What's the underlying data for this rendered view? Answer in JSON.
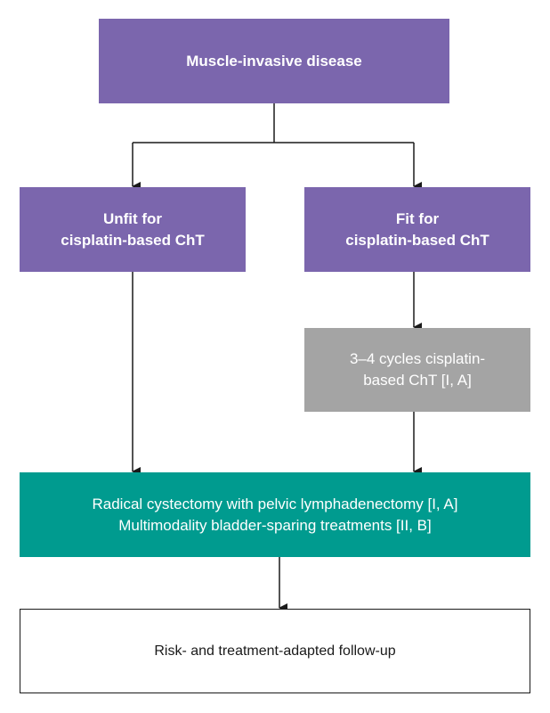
{
  "nodes": {
    "top": {
      "line1": "Muscle-invasive disease"
    },
    "unfit": {
      "line1": "Unfit for",
      "line2": "cisplatin-based ChT"
    },
    "fit": {
      "line1": "Fit for",
      "line2": "cisplatin-based ChT"
    },
    "cycles": {
      "line1": "3–4 cycles cisplatin-",
      "line2": "based ChT [I, A]"
    },
    "radical": {
      "line1": "Radical cystectomy with pelvic lymphadenectomy [I, A]",
      "line2": "Multimodality bladder-sparing treatments [II, B]"
    },
    "followup": {
      "line1": "Risk- and treatment-adapted follow-up"
    }
  },
  "colors": {
    "purple": "#7b66ad",
    "grey": "#a4a4a4",
    "teal": "#009b8f",
    "line": "#1a1a1a"
  }
}
